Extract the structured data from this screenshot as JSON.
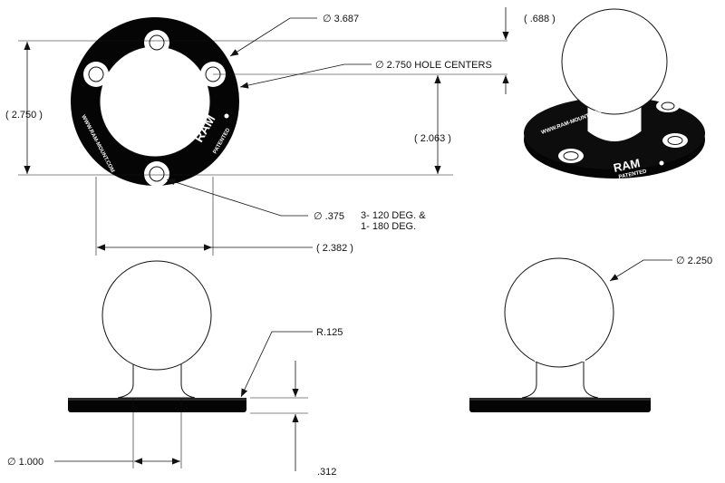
{
  "top_view": {
    "outer_diameter": "∅ 3.687",
    "hole_centers": "∅ 2.750 HOLE CENTERS",
    "vertical_span": "( 2.750 )",
    "hole_offset": "( 2.063 )",
    "hole_diameter": "∅ .375",
    "hole_note_line1": "3- 120 DEG. &",
    "hole_note_line2": "1- 180 DEG.",
    "horizontal_span": "( 2.382 )",
    "logo": "RAM",
    "logo_sub": "PATENTED",
    "web_text": "WWW.RAM-MOUNT.COM"
  },
  "iso_view": {
    "ball_gap": "( .688 )",
    "logo": "RAM",
    "logo_sub": "PATENTED",
    "web_text": "WWW.RAM-MOUNT.COM"
  },
  "front_view": {
    "fillet_radius": "R.125",
    "neck_diameter": "∅ 1.000",
    "base_thickness": ".312"
  },
  "side_view": {
    "ball_diameter": "∅ 2.250"
  }
}
